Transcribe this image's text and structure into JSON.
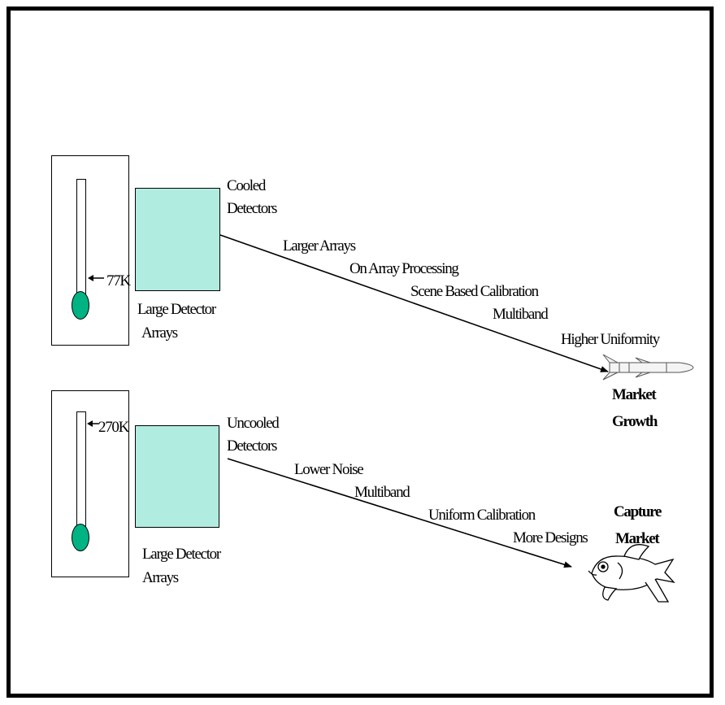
{
  "colors": {
    "chip_fill": "#b0ece0",
    "bulb_fill": "#00b383",
    "ink": "#000000"
  },
  "cooled": {
    "temperature_label": "77K",
    "detector_label_line1": "Cooled",
    "detector_label_line2": "Detectors",
    "array_label_line1": "Large Detector",
    "array_label_line2": "Arrays",
    "trend_items": [
      "Larger Arrays",
      "On Array Processing",
      "Scene Based Calibration",
      "Multiband",
      "Higher Uniformity"
    ],
    "outcome_line1": "Market",
    "outcome_line2": "Growth",
    "outcome_icon": "missile-icon"
  },
  "uncooled": {
    "temperature_label": "270K",
    "detector_label_line1": "Uncooled",
    "detector_label_line2": "Detectors",
    "array_label_line1": "Large Detector",
    "array_label_line2": "Arrays",
    "trend_items": [
      "Lower Noise",
      "Multiband",
      "Uniform Calibration",
      "More Designs"
    ],
    "outcome_line1": "Capture",
    "outcome_line2": "Market",
    "outcome_icon": "goldfish-missile-icon"
  }
}
